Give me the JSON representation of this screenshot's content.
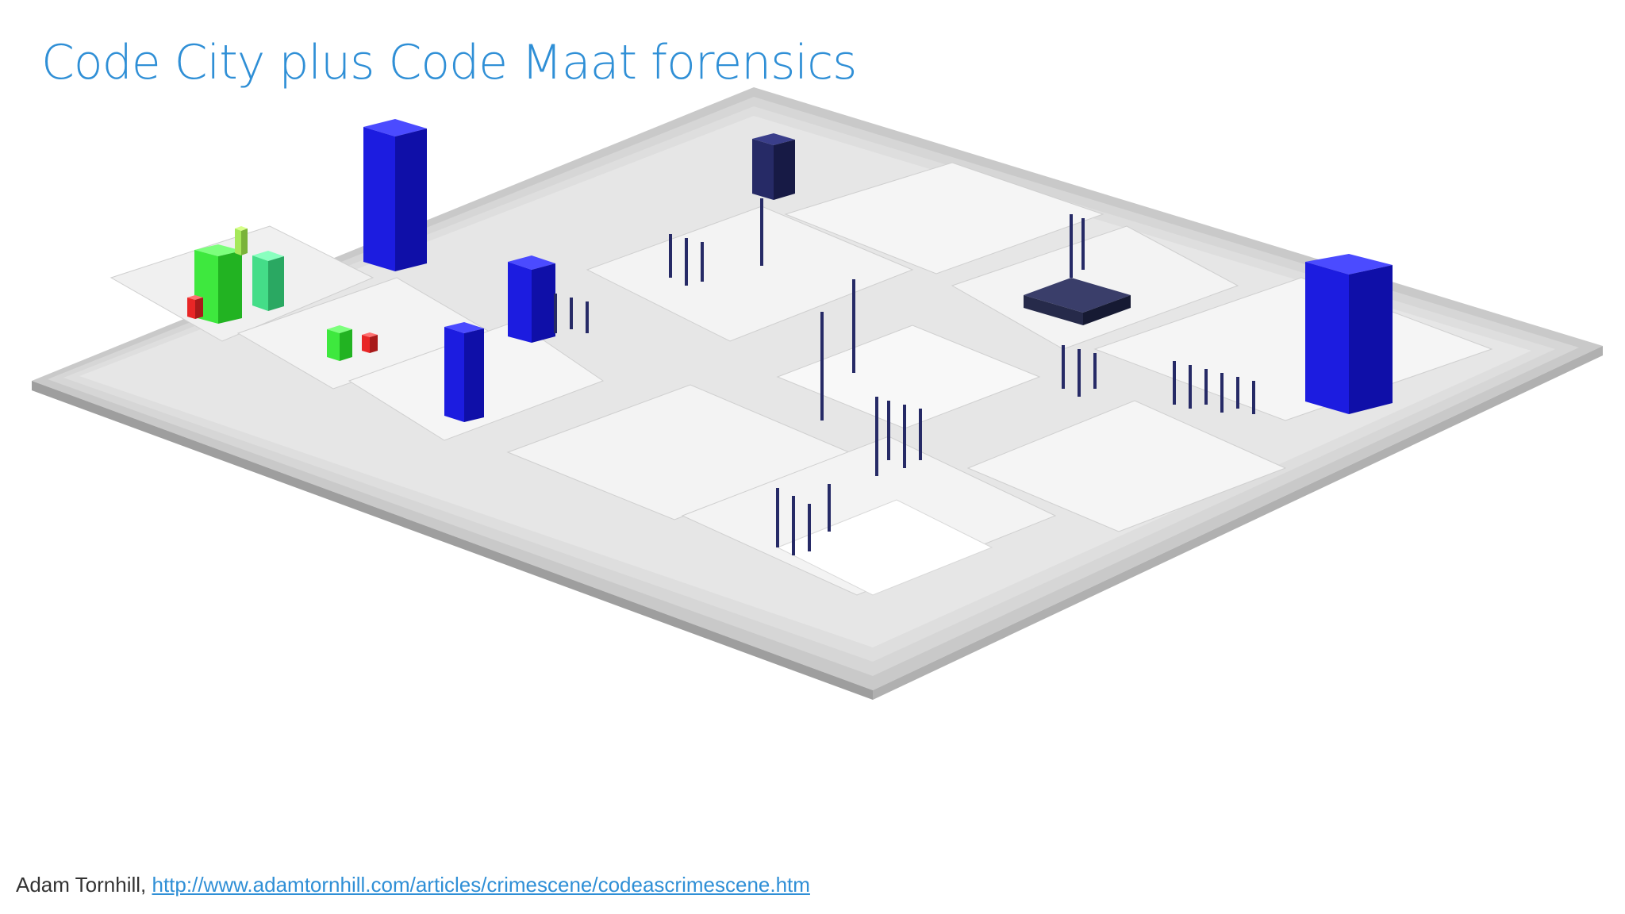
{
  "slide": {
    "title": "Code City plus Code Maat forensics",
    "title_color": "#2f8fd6"
  },
  "credit": {
    "author": "Adam Tornhill, ",
    "url_text": "http://www.adamtornhill.com/articles/crimescene/codeascrimescene.htm",
    "url_href": "http://www.adamtornhill.com/articles/crimescene/codeascrimescene.htm"
  },
  "visualization": {
    "kind": "3d-code-city",
    "colors": {
      "plate_top": "#e4e4e4",
      "plate_side": "#bdbdbd",
      "district_white": "#f7f7f7",
      "building_blue": "#1a1ae0",
      "building_navy": "#262a66",
      "building_green": "#3ee83e",
      "building_red": "#e82626",
      "building_mint": "#44dd88"
    }
  }
}
